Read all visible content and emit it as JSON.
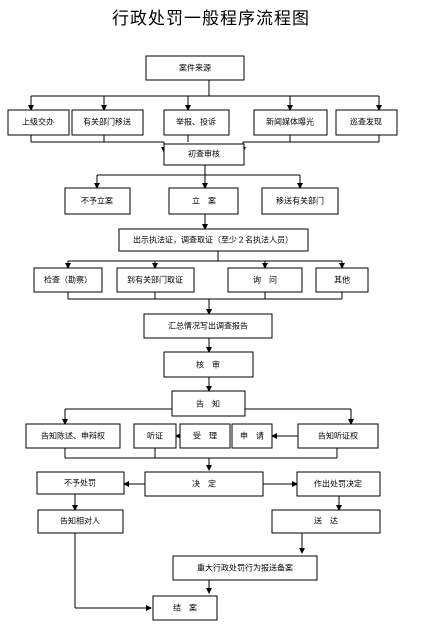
{
  "title": "行政处罚一般程序流程图",
  "nodes": {
    "case_source": "案件来源",
    "superior": "上级交办",
    "dept_transfer": "有关部门移送",
    "report": "举报、投诉",
    "media": "新闻媒体曝光",
    "inspection": "巡查发现",
    "initial_review": "初查审核",
    "no_filing": "不予立案",
    "filing": "立　案",
    "transfer_dept": "移送有关部门",
    "evidence": "出示执法证，调查取证（至少２名执法人员）",
    "inspect": "检查（勘察）",
    "dept_evidence": "到有关部门取证",
    "inquiry": "询　问",
    "other": "其他",
    "summary": "汇总情况写出调查报告",
    "verify": "核　审",
    "inform": "告　知",
    "inform_statement": "告知陈述、申辩权",
    "hearing": "听证",
    "accept": "受　理",
    "apply": "申　请",
    "inform_hearing": "告知听证权",
    "decision": "决　定",
    "no_penalty": "不予处罚",
    "make_decision": "作出处罚决定",
    "inform_party": "告知相对人",
    "deliver": "送　达",
    "major_report": "重大行政处罚行为报送备案",
    "close": "结　案"
  }
}
